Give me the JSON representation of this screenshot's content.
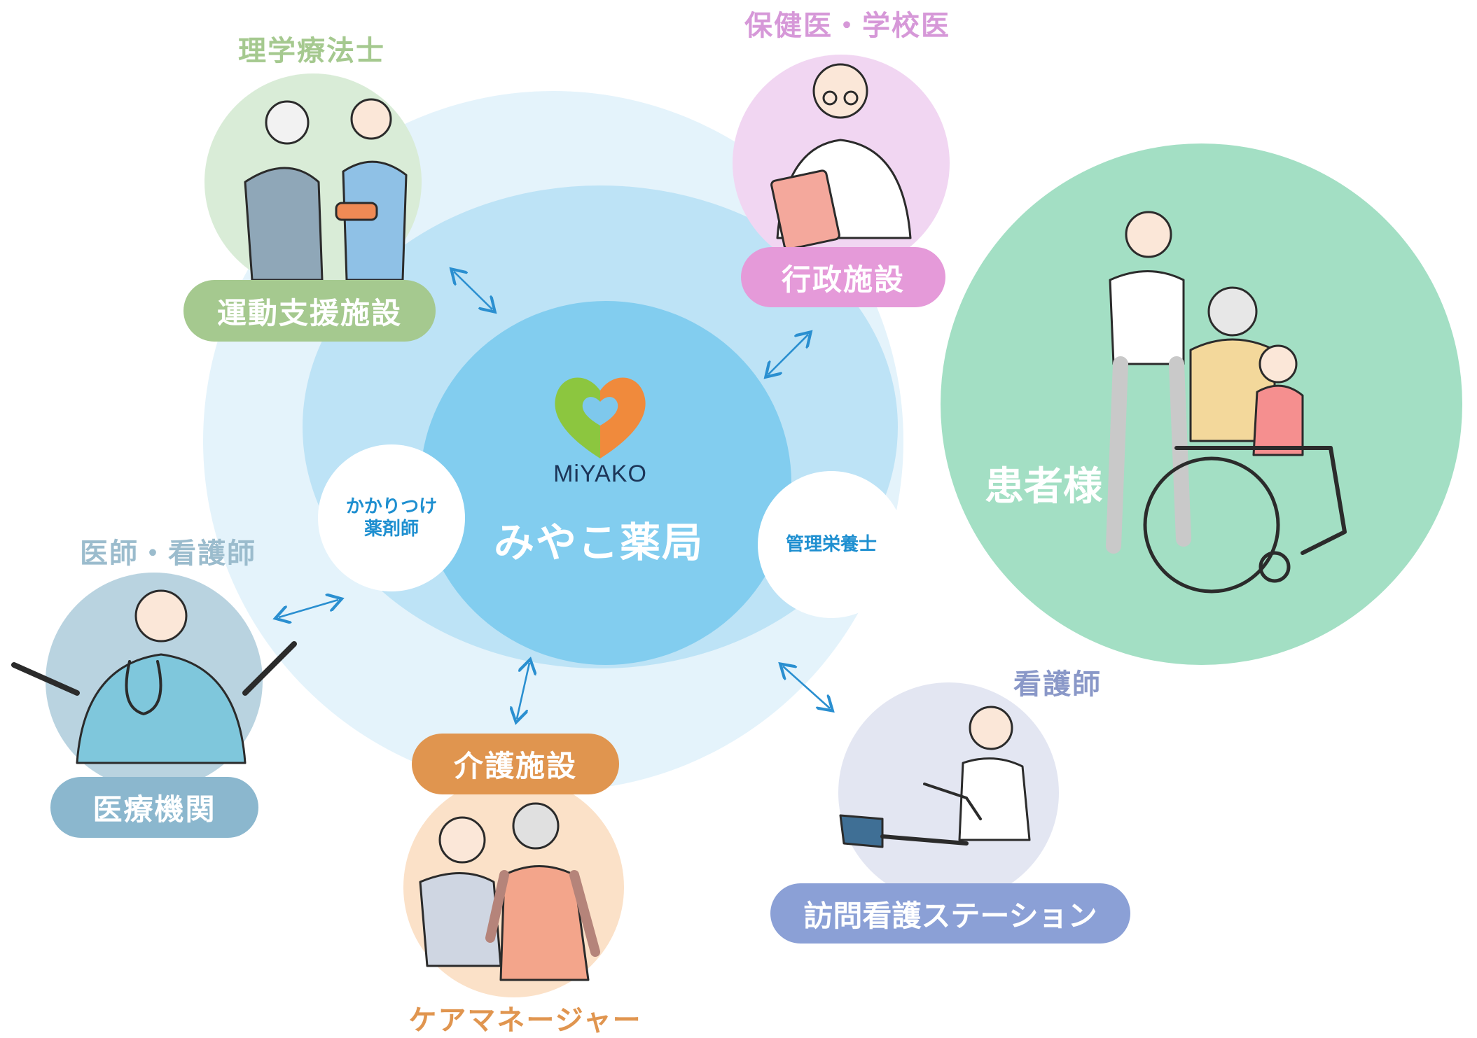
{
  "center": {
    "brand": "MiYAKO",
    "name": "みやこ薬局",
    "roles": [
      "かかりつけ",
      "薬剤師",
      "管理栄養士"
    ]
  },
  "partners": {
    "undou": {
      "label": "運動支援施設",
      "caption": "理学療法士"
    },
    "gyousei": {
      "label": "行政施設",
      "caption": "保健医・学校医"
    },
    "iryou": {
      "label": "医療機関",
      "caption": "医師・看護師"
    },
    "kaigo": {
      "label": "介護施設",
      "caption": "ケアマネージャー"
    },
    "houmon": {
      "label": "訪問看護ステーション",
      "caption": "看護師"
    },
    "kanja": {
      "caption": "患者様"
    }
  },
  "colors": {
    "ring_outer": "#e4f3fb",
    "ring_mid": "#bde3f6",
    "ring_inner": "#82cdef",
    "arrow": "#2a8fd0",
    "undou": "#a5c98f",
    "gyousei": "#e59ad9",
    "iryou": "#8bb7ce",
    "kaigo": "#e0954f",
    "houmon": "#8ba0d6",
    "kanja": "#a3dfc4"
  }
}
